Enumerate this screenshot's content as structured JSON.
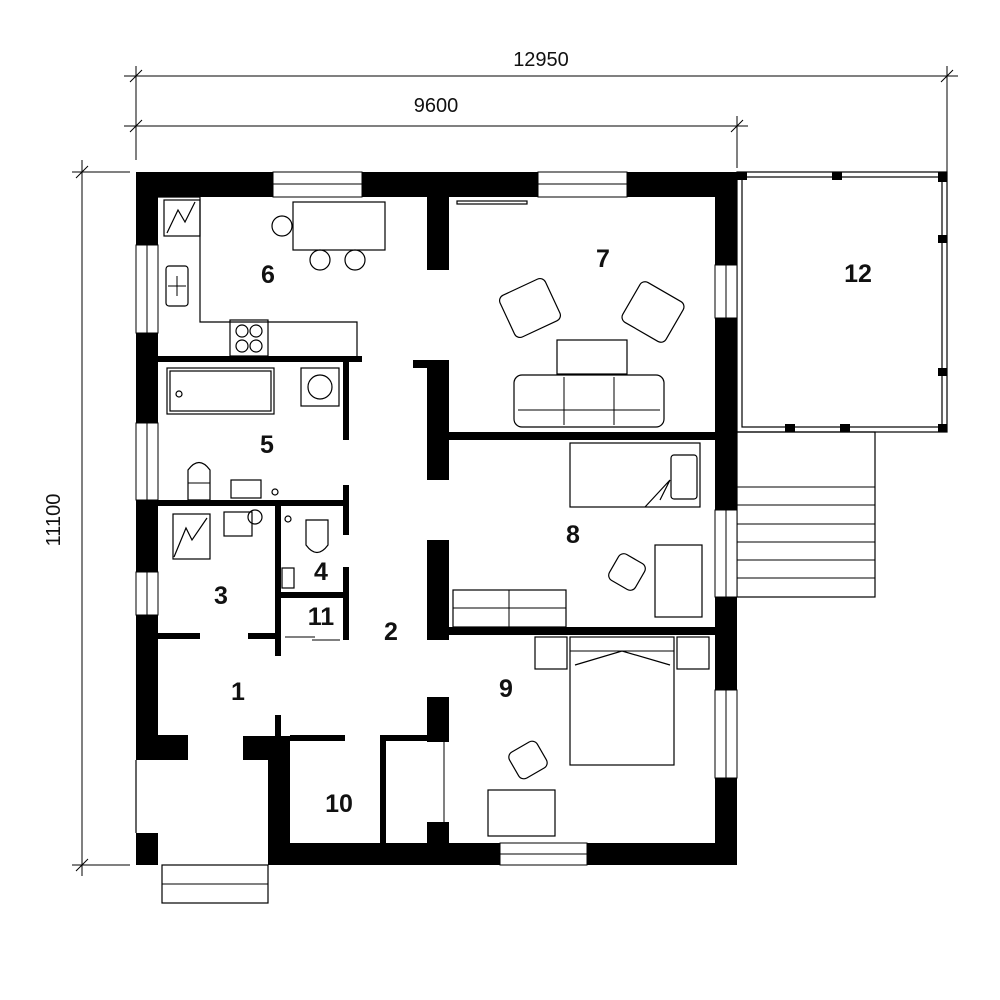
{
  "dimensions": {
    "overall_width": "12950",
    "house_width": "9600",
    "overall_depth": "11100"
  },
  "rooms": [
    {
      "number": "1"
    },
    {
      "number": "2"
    },
    {
      "number": "3"
    },
    {
      "number": "4"
    },
    {
      "number": "5"
    },
    {
      "number": "6"
    },
    {
      "number": "7"
    },
    {
      "number": "8"
    },
    {
      "number": "9"
    },
    {
      "number": "10"
    },
    {
      "number": "11"
    },
    {
      "number": "12"
    }
  ],
  "colors": {
    "wall": "#000000",
    "background": "#ffffff"
  }
}
